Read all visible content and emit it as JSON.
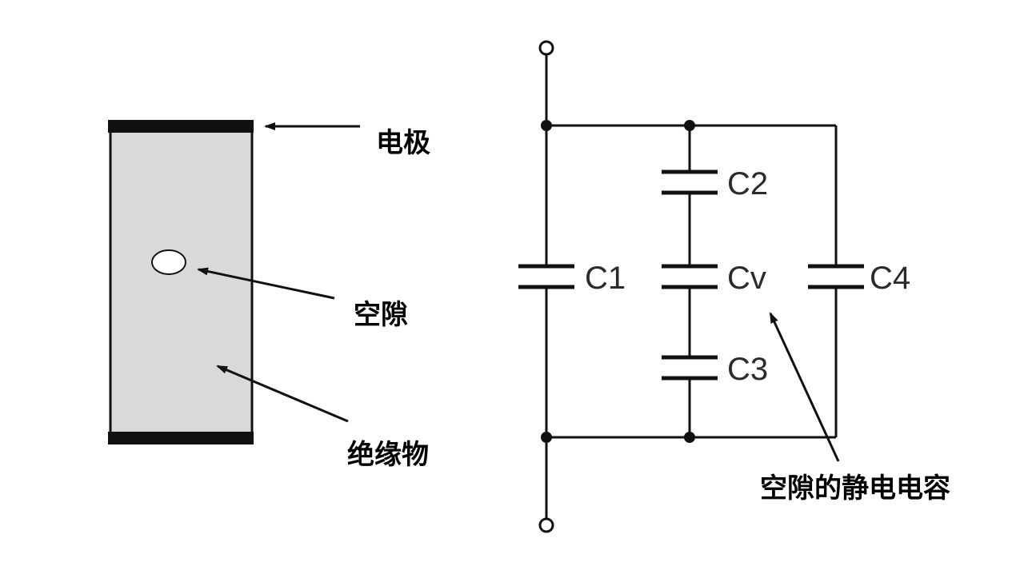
{
  "labels": {
    "electrode": "电极",
    "void": "空隙",
    "insulator": "绝缘物",
    "void_capacitance": "空隙的静电电容"
  },
  "capacitors": {
    "c1": "C1",
    "c2": "C2",
    "cv": "Cv",
    "c3": "C3",
    "c4": "C4"
  }
}
